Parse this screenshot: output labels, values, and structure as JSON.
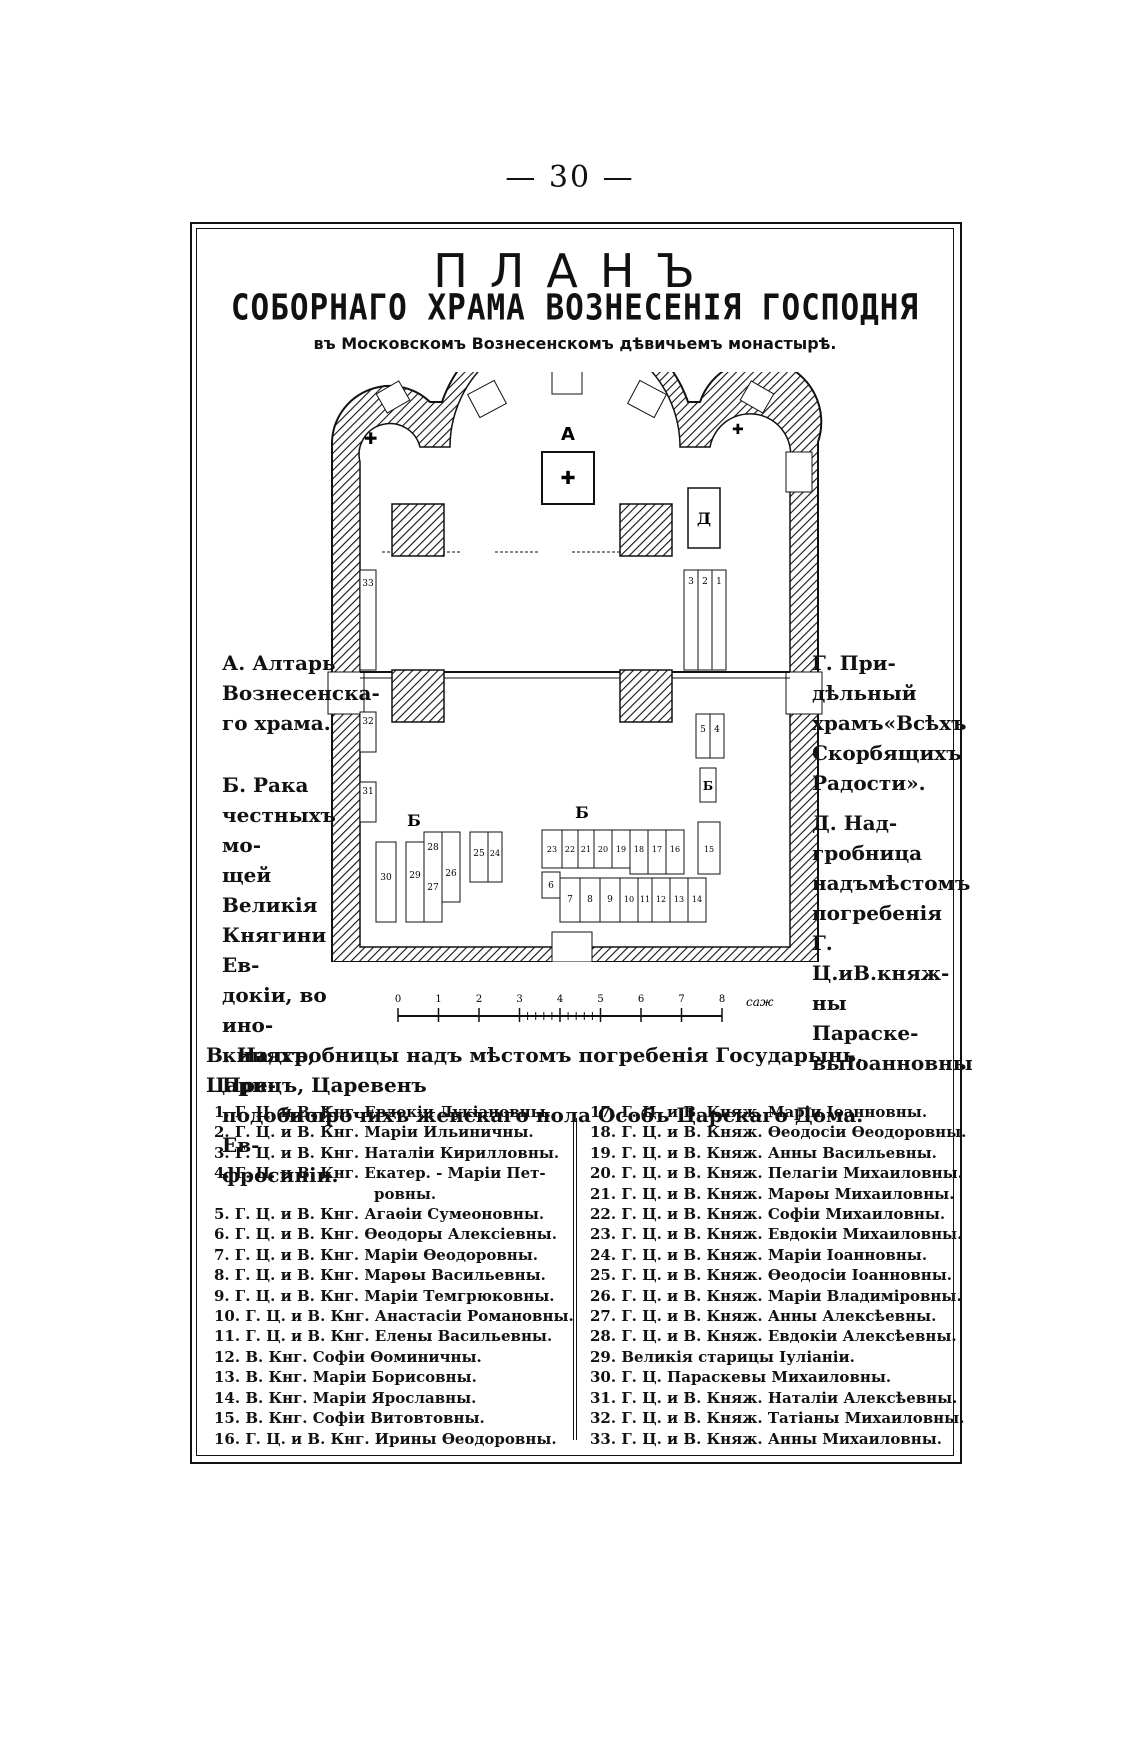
{
  "page_number": "— 30 —",
  "title": {
    "line1": "ПЛАНЪ",
    "line2": "СОБОРНАГО ХРАМА ВОЗНЕСЕНІЯ ГОСПОДНЯ",
    "line3": "въ Московскомъ Вознесенскомъ дѣвичьемъ монастырѣ."
  },
  "plan_labels": {
    "altar": "А",
    "reliquary_left": "Б",
    "reliquary_right": "Б",
    "chapel": "Д",
    "grave_15": "15",
    "tomb_numbers": [
      "1",
      "2",
      "3",
      "4",
      "5",
      "6",
      "7",
      "8",
      "9",
      "10",
      "11",
      "12",
      "13",
      "14",
      "15",
      "16",
      "17",
      "18",
      "19",
      "20",
      "21",
      "22",
      "23",
      "24",
      "25",
      "26",
      "27",
      "28",
      "29",
      "30",
      "31",
      "32",
      "33"
    ]
  },
  "left_notes": {
    "a": [
      "А. Алтарь",
      "Вознесенска-",
      "го храма."
    ],
    "b": [
      "Б. Рака",
      "честныхъ мо-",
      "щей Великія",
      "Княгини Ев-",
      "докіи, во ино-",
      "киняхъ, Пре-",
      "подобной Ев-",
      "фросиніи."
    ]
  },
  "right_notes": {
    "g": [
      "Г. При-",
      "дѣльный",
      "храмъ«Всѣхъ",
      "Скорбящихъ",
      "Радости»."
    ],
    "d": [
      "Д. Над-",
      "гробница",
      "надъмѣстомъ",
      "погребенія Г.",
      "Ц.иВ.княж-",
      "ны Параске-",
      "выІоанновны"
    ]
  },
  "scale": {
    "ticks": [
      "0",
      "1",
      "2",
      "3",
      "4",
      "5",
      "6",
      "7",
      "8"
    ],
    "unit": "саж"
  },
  "legend": {
    "heading_line1": "В. Надгробницы надъ мѣстомъ погребенія Государынь, Царицъ, Царевенъ",
    "heading_line2": "и прочихъ женскаго пола Особъ Царскаго Дома.",
    "left": [
      "1. Г. Ц. и В. Кнг. Евдокіи Лукіановны.",
      "2. Г. Ц. и В. Кнг. Маріи Ильиничны.",
      "3. Г. Ц. и В. Кнг. Наталіи Кирилловны.",
      "4. Г. Ц. и В. Кнг. Екатер. - Маріи Пет-",
      "ровны.",
      "5. Г. Ц. и В. Кнг. Агаѳіи Сумеоновны.",
      "6. Г. Ц. и В. Кнг. Ѳеодоры Алексіевны.",
      "7. Г. Ц. и В. Кнг. Маріи Ѳеодоровны.",
      "8. Г. Ц. и В. Кнг. Марѳы Васильевны.",
      "9. Г. Ц. и В. Кнг. Маріи Темгрюковны.",
      "10. Г. Ц. и В. Кнг. Анастасіи Романовны.",
      "11. Г. Ц. и В. Кнг. Елены Васильевны.",
      "12. В. Кнг. Софіи Ѳоминичны.",
      "13. В. Кнг. Маріи Борисовны.",
      "14. В. Кнг. Маріи Ярославны.",
      "15. В. Кнг. Софіи Витовтовны.",
      "16. Г. Ц. и В. Кнг. Ирины Ѳеодоровны."
    ],
    "right": [
      "17. Г. Ц. и В. Княж. Маріи Іоанновны.",
      "18. Г. Ц. и В. Княж. Ѳеодосіи Ѳеодоровны.",
      "19. Г. Ц. и В. Княж. Анны Васильевны.",
      "20. Г. Ц. и В. Княж. Пелагіи Михаиловны.",
      "21. Г. Ц. и В. Княж. Марѳы Михаиловны.",
      "22. Г. Ц. и В. Княж. Софіи Михаиловны.",
      "23. Г. Ц. и В. Княж. Евдокіи Михаиловны.",
      "24. Г. Ц. и В. Княж. Маріи Іоанновны.",
      "25. Г. Ц. и В. Княж. Ѳеодосіи Іоанновны.",
      "26. Г. Ц. и В. Княж. Маріи Владиміровны.",
      "27. Г. Ц. и В. Княж. Анны Алексѣевны.",
      "28. Г. Ц. и В. Княж. Евдокіи Алексѣевны.",
      "29. Великія старицы Іуліаніи.",
      "30. Г. Ц. Параскевы Михаиловны.",
      "31. Г. Ц. и В. Княж. Наталіи Алексѣевны.",
      "32. Г. Ц. и В. Княж. Татіаны Михаиловны.",
      "33. Г. Ц. и В. Княж. Анны Михаиловны."
    ]
  }
}
